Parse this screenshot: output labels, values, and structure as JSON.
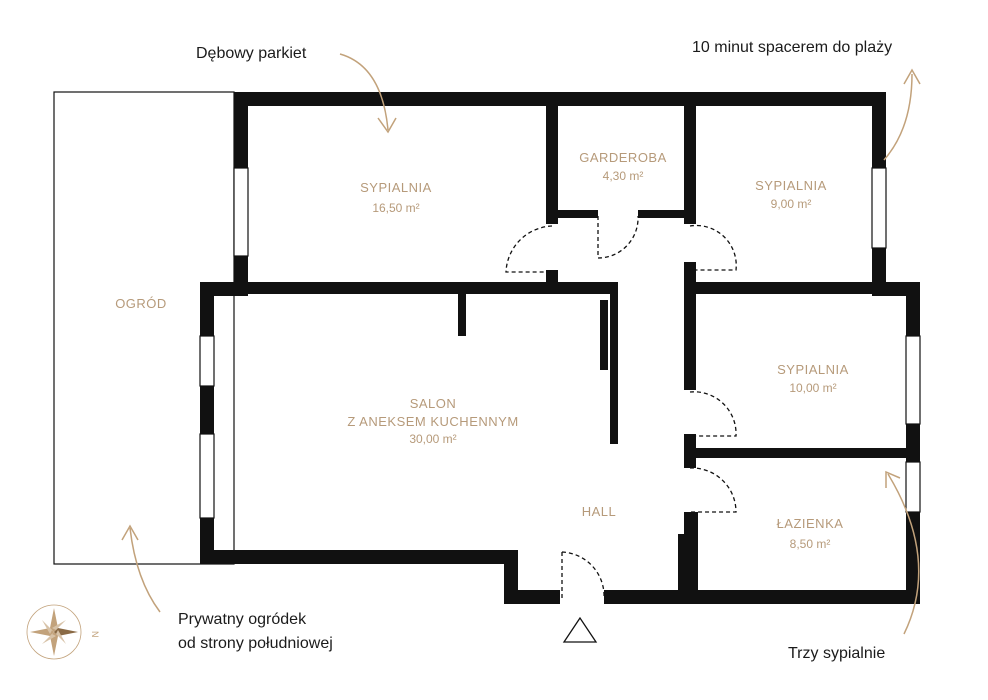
{
  "callouts": {
    "parquet": "Dębowy parkiet",
    "beach": "10 minut spacerem do plaży",
    "garden_line1": "Prywatny ogródek",
    "garden_line2": "od strony południowej",
    "bedrooms": "Trzy sypialnie"
  },
  "rooms": {
    "garden": {
      "name": "OGRÓD"
    },
    "bedroom1": {
      "name": "SYPIALNIA",
      "area": "16,50 m²"
    },
    "wardrobe": {
      "name": "GARDEROBA",
      "area": "4,30 m²"
    },
    "bedroom2": {
      "name": "SYPIALNIA",
      "area": "9,00 m²"
    },
    "bedroom3": {
      "name": "SYPIALNIA",
      "area": "10,00 m²"
    },
    "living": {
      "name": "SALON",
      "name2": "Z ANEKSEM KUCHENNYM",
      "area": "30,00 m²"
    },
    "hall": {
      "name": "HALL"
    },
    "bathroom": {
      "name": "ŁAZIENKA",
      "area": "8,50 m²"
    }
  },
  "compass": {
    "north_label": "N"
  },
  "colors": {
    "wall": "#111111",
    "label": "#b69a7a",
    "arrow": "#c2a27b"
  }
}
